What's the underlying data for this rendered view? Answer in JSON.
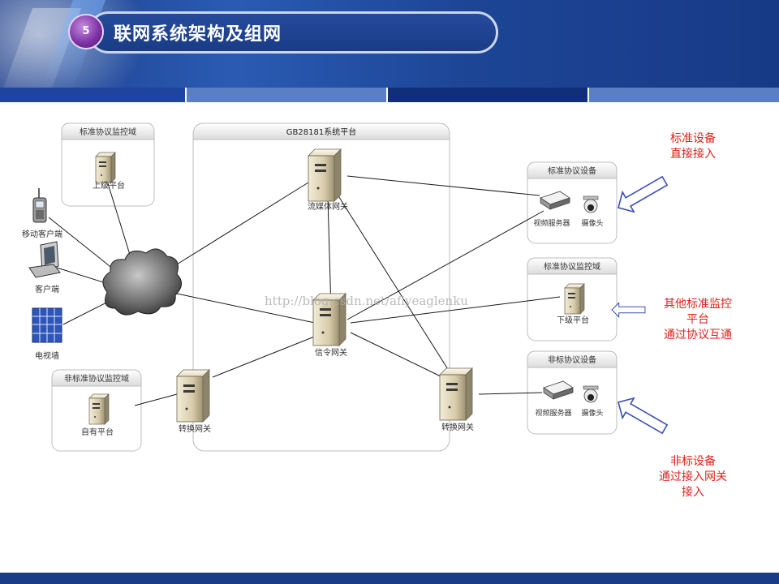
{
  "slide": {
    "number": "5",
    "title": "联网系统架构及组网"
  },
  "groups": {
    "std_domain": "标准协议监控域",
    "gb_platform": "GB28181系统平台",
    "std_device": "标准协议设备",
    "std_domain2": "标准协议监控域",
    "nonstd_device": "非标协议设备",
    "nonstd_domain": "非标准协议监控域"
  },
  "nodes": {
    "upper_platform": "上级平台",
    "mobile_client": "移动客户端",
    "client": "客户端",
    "tv_wall": "电视墙",
    "media_gateway": "流媒体网关",
    "signaling_gateway": "信令网关",
    "convert_gateway_left": "转换网关",
    "convert_gateway_right": "转换网关",
    "video_server_top": "视频服务器",
    "camera_top": "摄像头",
    "lower_platform": "下级平台",
    "video_server_bottom": "视频服务器",
    "camera_bottom": "摄像头",
    "own_platform": "自有平台"
  },
  "annotations": {
    "std_access": [
      "标准设备",
      "直接接入"
    ],
    "other_platform": [
      "其他标准监控",
      "平台",
      "通过协议互通"
    ],
    "nonstd_access": [
      "非标设备",
      "通过接入网关",
      "接入"
    ]
  },
  "watermark": "http://blog.csdn.net/aflyeaglenku",
  "colors": {
    "header": "#1e3f8a",
    "annotation": "#e0221c",
    "arrow": "#3a4fb8"
  }
}
